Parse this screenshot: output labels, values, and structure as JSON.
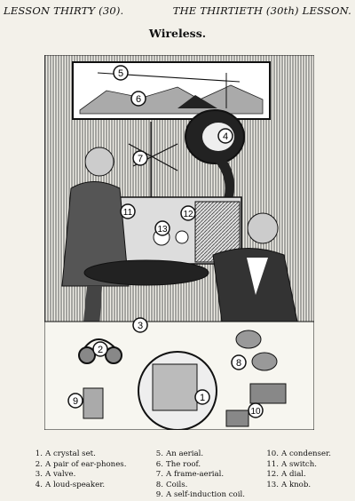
{
  "header": {
    "left": "LESSON THIRTY (30).",
    "right": "THE THIRTIETH (30th) LESSON."
  },
  "title": "Wireless.",
  "callouts": [
    "5",
    "6",
    "4",
    "7",
    "11",
    "12",
    "13",
    "3",
    "2",
    "8",
    "1",
    "9",
    "10"
  ],
  "legend": {
    "col1": [
      {
        "num": "1.",
        "text": "A crystal set."
      },
      {
        "num": "2.",
        "text": "A pair of ear-phones."
      },
      {
        "num": "3.",
        "text": "A valve."
      },
      {
        "num": "4.",
        "text": "A loud-speaker."
      }
    ],
    "col2": [
      {
        "num": "5.",
        "text": "An aerial."
      },
      {
        "num": "6.",
        "text": "The roof."
      },
      {
        "num": "7.",
        "text": "A frame-aerial."
      },
      {
        "num": "8.",
        "text": "Coils."
      },
      {
        "num": "9.",
        "text": "A self-induction coil."
      }
    ],
    "col3": [
      {
        "num": "10.",
        "text": "A condenser."
      },
      {
        "num": "11.",
        "text": "A switch."
      },
      {
        "num": "12.",
        "text": "A dial."
      },
      {
        "num": "13.",
        "text": "A knob."
      }
    ]
  }
}
